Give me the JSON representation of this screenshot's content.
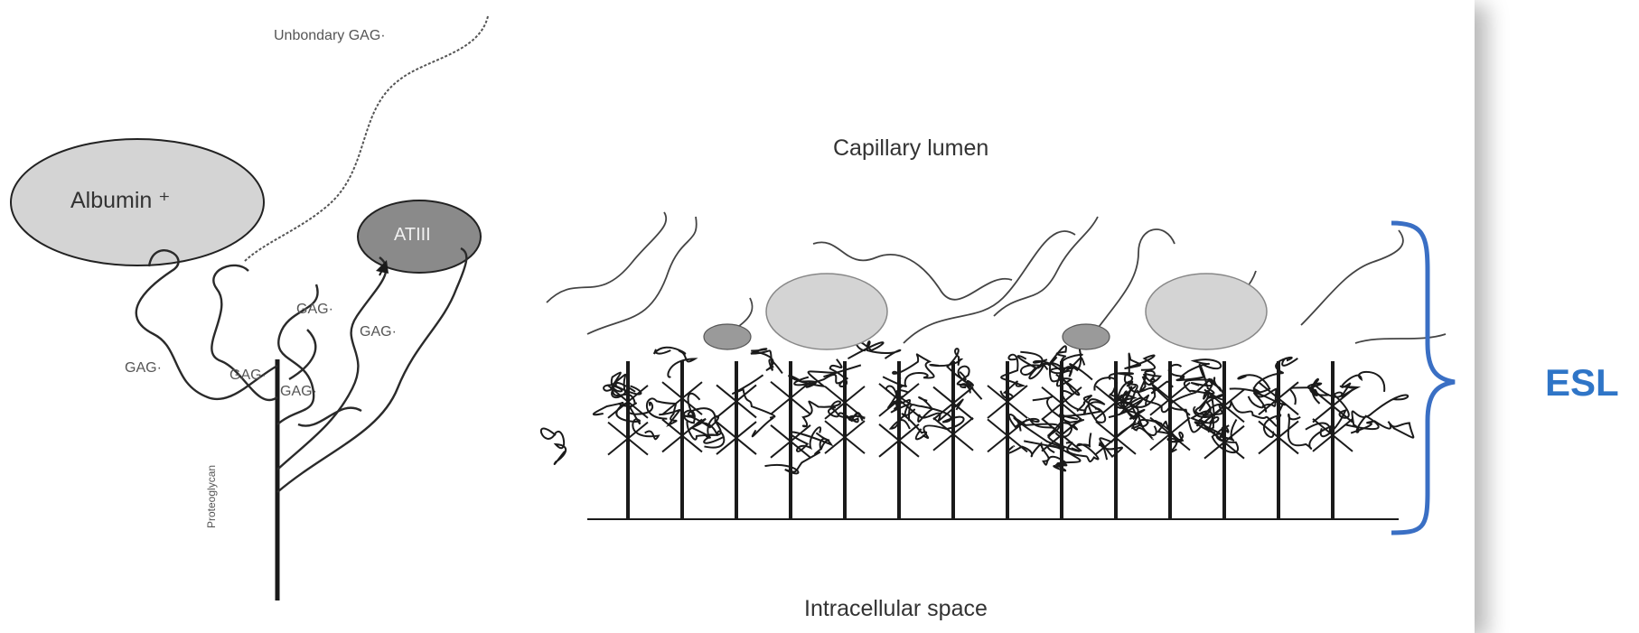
{
  "left_diagram": {
    "unbound_gag": "Unbondary GAG·",
    "albumin": "Albumin ⁺",
    "atiii": "ATIII",
    "gag_labels": [
      "GAG·",
      "GAG·",
      "GAG·",
      "GAG·",
      "GAG·"
    ],
    "proteoglycan": "Proteoglycan"
  },
  "right_diagram": {
    "top_label": "Capillary lumen",
    "bottom_label": "Intracellular space",
    "bracket_label": "ESL"
  },
  "colors": {
    "albumin_fill": "#d4d4d4",
    "atiii_fill": "#8a8a8a",
    "esl_accent": "#2f75c7",
    "line": "#1a1a1a"
  }
}
